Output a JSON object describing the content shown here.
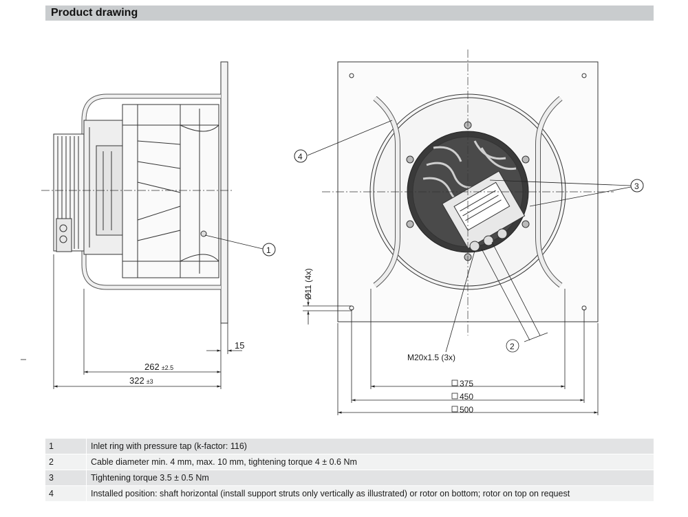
{
  "header": {
    "title": "Product drawing"
  },
  "callouts": {
    "c1": "1",
    "c2": "2",
    "c3": "3",
    "c4": "4"
  },
  "dimensions": {
    "d15": "15",
    "d262": "262",
    "d262_tol": "±2.5",
    "d322": "322",
    "d322_tol": "±3",
    "hole": "Ø11 (4x)",
    "thread": "M20x1.5 (3x)",
    "sq375": "375",
    "sq450": "450",
    "sq500": "500"
  },
  "legend": [
    {
      "num": "1",
      "text": "Inlet ring with pressure tap (k-factor: 116)"
    },
    {
      "num": "2",
      "text": "Cable diameter min. 4 mm, max. 10 mm, tightening torque 4 ± 0.6 Nm"
    },
    {
      "num": "3",
      "text": "Tightening torque 3.5 ± 0.5 Nm"
    },
    {
      "num": "4",
      "text": "Installed position: shaft horizontal (install support struts only vertically as illustrated) or rotor on bottom; rotor on top on request"
    }
  ]
}
